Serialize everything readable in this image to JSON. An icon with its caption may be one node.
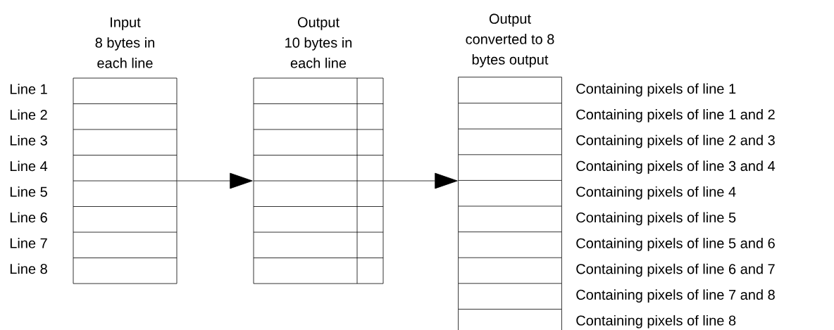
{
  "diagram": {
    "nodes": [
      {
        "text": [
          "Input 8 bytes in each line"
        ]
      },
      {
        "text": [
          "Output 10 bytes in each line"
        ]
      },
      {
        "text": [
          "Output converted to 8 bytes output"
        ]
      }
    ],
    "edges": [
      {
        "from": 0,
        "to": 1,
        "arrow": "to"
      },
      {
        "from": 1,
        "to": 2,
        "arrow": "to"
      }
    ],
    "labels": [
      "Line 1",
      "Line 2",
      "Line 3",
      "Line 4",
      "Line 5",
      "Line 6",
      "Line 7",
      "Line 8",
      "Containing pixels of line 1",
      "Containing pixels of line 1 and 2",
      "Containing pixels of line 2 and 3",
      "Containing pixels of line 3 and 4",
      "Containing pixels of line 4",
      "Containing pixels of line 5",
      "Containing pixels of line 5 and 6",
      "Containing pixels of line 6 and 7",
      "Containing pixels of line 7 and 8",
      "Containing pixels of line 8"
    ]
  }
}
